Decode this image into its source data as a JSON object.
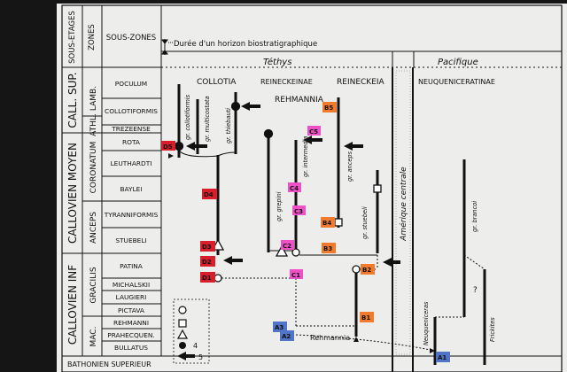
{
  "header": {
    "sous_etages": "SOUS-ETAGES",
    "zones": "ZONES",
    "sous_zones": "SOUS-ZONES",
    "legend_duration": "Durée d'un horizon biostratigraphique",
    "tethys": "Téthys",
    "pacifique": "Pacifique"
  },
  "stages": [
    "CALL. SUP.",
    "CALLOVIEN MOYEN",
    "CALLOVIEN INF"
  ],
  "zones": [
    "LAMB.",
    "ATHL.",
    "CORONATUM",
    "ANCEPS",
    "GRACILIS",
    "MAC."
  ],
  "subzones": [
    "POCULUM",
    "COLLOTIFORMIS",
    "TREZEENSE",
    "ROTA",
    "LEUTHARDTI",
    "BAYLEI",
    "TYRANNIFORMIS",
    "STUEBELI",
    "PATINA",
    "MICHALSKII",
    "LAUGIERI",
    "PICTAVA",
    "REHMANNI",
    "PRAHECQUEN.",
    "BULLATUS"
  ],
  "base": "BATHONIEN SUPERIEUR",
  "groups": {
    "collotia": "COLLOTIA",
    "reineckeinae": "REINECKEINAE",
    "reineckeia": "REINECKEIA",
    "rehmannia": "REHMANNIA",
    "neuqueniceratinae": "NEUQUENICERATINAE",
    "amerique_centrale": "Amérique centrale"
  },
  "taxa": {
    "collotiformis": "gr. collotiformis",
    "multicostata": "gr. multicostata",
    "thiebauti": "gr. thiebauti",
    "grepini": "gr. grepini",
    "intermedia": "gr. intermedia",
    "anceps": "gr. anceps",
    "stuebeli": "gr. stuebeli",
    "brancoi": "gr. brancoi",
    "neuqueniceras": "Neuqueniceras",
    "frickites": "Frickites",
    "rehmannia": "Rehmannia",
    "question": "?"
  },
  "labels": [
    "D5",
    "D4",
    "D3",
    "D2",
    "D1",
    "C5",
    "C4",
    "C3",
    "C2",
    "C1",
    "B5",
    "B4",
    "B3",
    "B2",
    "B1",
    "A3",
    "A2",
    "A1"
  ],
  "legend": {
    "n4": "4",
    "n5": "5"
  },
  "colors": {
    "D": "#d81e2a",
    "C": "#ef4fc7",
    "B": "#f27a2c",
    "A": "#4f74c8",
    "sheet": "#ededeb",
    "ink": "#111111"
  }
}
